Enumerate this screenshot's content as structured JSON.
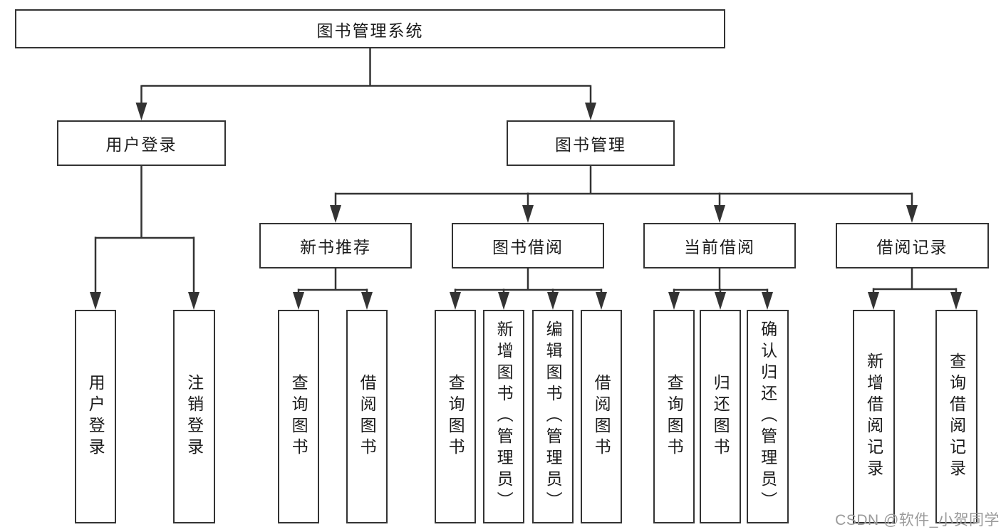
{
  "diagram": {
    "type": "functional-structure-tree",
    "colors": {
      "line": "#333333",
      "box_border": "#333333",
      "box_background": "#ffffff",
      "text": "#1c1c1c",
      "watermark_text": "#9a9a9a",
      "page_background": "#ffffff"
    },
    "tree": {
      "label": "图书管理系统",
      "children": [
        {
          "label": "用户登录",
          "children": [
            {
              "label": "用户登录"
            },
            {
              "label": "注销登录"
            }
          ]
        },
        {
          "label": "图书管理",
          "children": [
            {
              "label": "新书推荐",
              "children": [
                {
                  "label": "查询图书"
                },
                {
                  "label": "借阅图书"
                }
              ]
            },
            {
              "label": "图书借阅",
              "children": [
                {
                  "label": "查询图书"
                },
                {
                  "label": "新增图书（管理员）"
                },
                {
                  "label": "编辑图书（管理员）"
                },
                {
                  "label": "借阅图书"
                }
              ]
            },
            {
              "label": "当前借阅",
              "children": [
                {
                  "label": "查询图书"
                },
                {
                  "label": "归还图书"
                },
                {
                  "label": "确认归还（管理员）"
                }
              ]
            },
            {
              "label": "借阅记录",
              "children": [
                {
                  "label": "新增借阅记录"
                },
                {
                  "label": "查询借阅记录"
                }
              ]
            }
          ]
        }
      ]
    },
    "watermark": {
      "text": "CSDN @软件_小贺同学"
    }
  }
}
